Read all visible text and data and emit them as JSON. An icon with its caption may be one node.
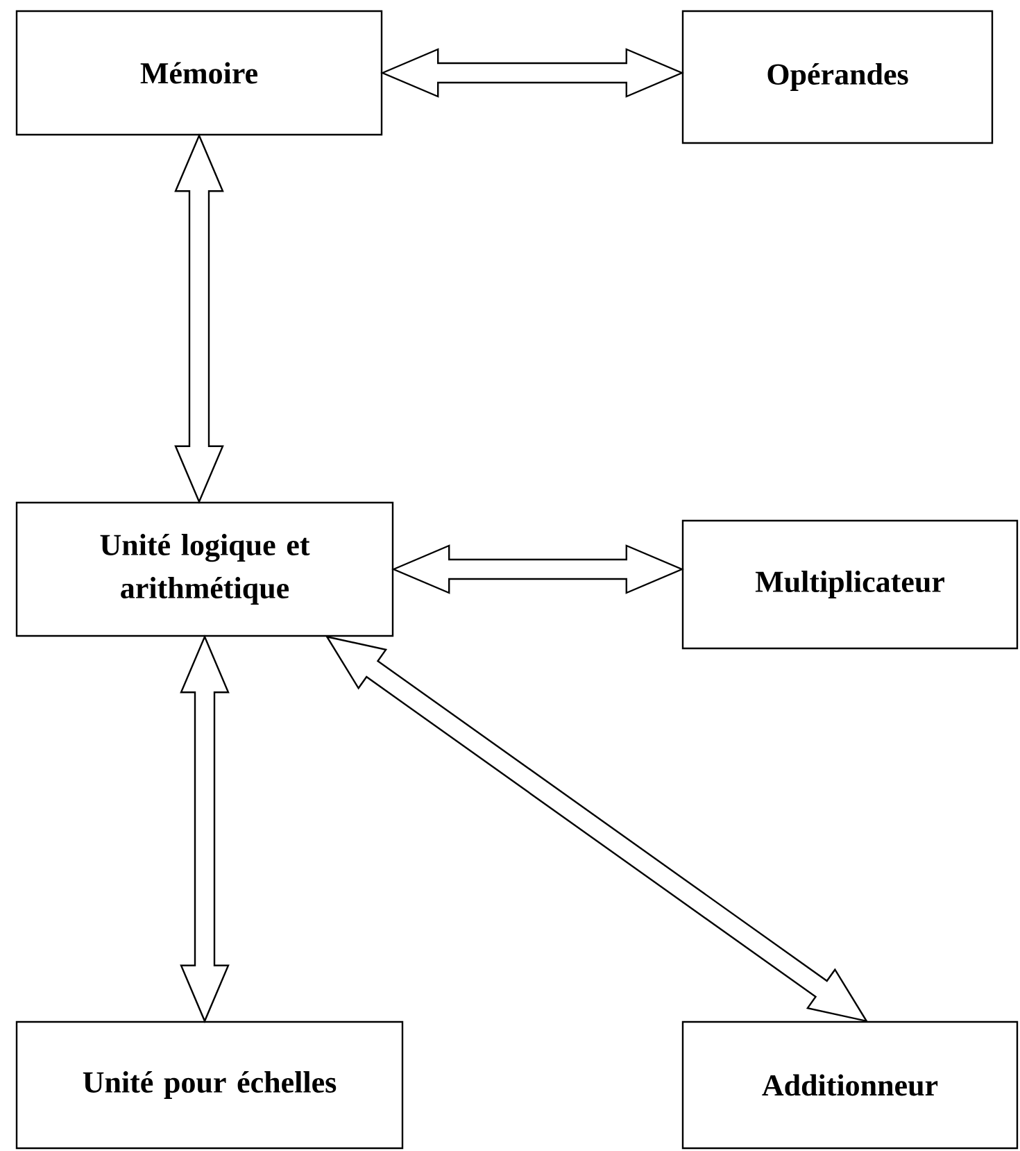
{
  "diagram": {
    "nodes": [
      {
        "text": [
          "Mémoire"
        ]
      },
      {
        "text": [
          "Opérandes"
        ]
      },
      {
        "text": [
          "Unité logique et arithmétique"
        ]
      },
      {
        "text": [
          "Multiplicateur"
        ]
      },
      {
        "text": [
          "Unité pour échelles"
        ]
      },
      {
        "text": [
          "Additionneur"
        ]
      }
    ],
    "edges": [
      {
        "from": 0,
        "to": 1,
        "arrow": "both"
      },
      {
        "from": 0,
        "to": 2,
        "arrow": "both"
      },
      {
        "from": 2,
        "to": 3,
        "arrow": "both"
      },
      {
        "from": 2,
        "to": 4,
        "arrow": "both"
      },
      {
        "from": 2,
        "to": 5,
        "arrow": "both"
      }
    ]
  }
}
